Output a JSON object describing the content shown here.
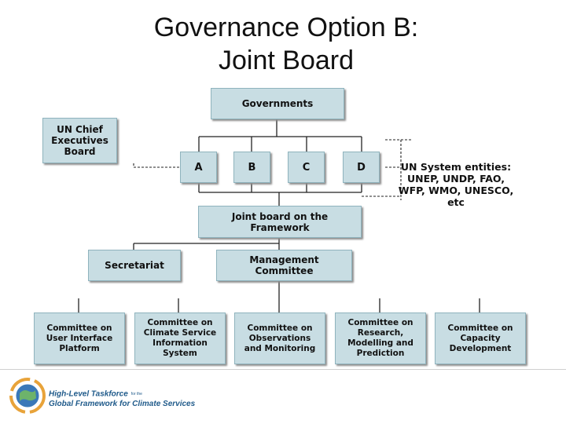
{
  "title": {
    "line1": "Governance Option B:",
    "line2": "Joint Board"
  },
  "boxes": {
    "governments": "Governments",
    "un_chief": [
      "UN Chief",
      "Executives",
      "Board"
    ],
    "agencies": [
      "A",
      "B",
      "C",
      "D"
    ],
    "joint_board": [
      "Joint board on the",
      "Framework"
    ],
    "secretariat": "Secretariat",
    "management": [
      "Management",
      "Committee"
    ],
    "committees": [
      [
        "Committee on",
        "User Interface",
        "Platform"
      ],
      [
        "Committee on",
        "Climate Service",
        "Information",
        "System"
      ],
      [
        "Committee on",
        "Observations",
        "and Monitoring"
      ],
      [
        "Committee on",
        "Research,",
        "Modelling and",
        "Prediction"
      ],
      [
        "Committee on",
        "Capacity",
        "Development"
      ]
    ]
  },
  "note": [
    "UN System entities:",
    "UNEP, UNDP, FAO,",
    "WFP, WMO, UNESCO,",
    "etc"
  ],
  "footer": {
    "line1": "High-Level Taskforce",
    "line1_small": "for the",
    "line2": "Global Framework for Climate Services"
  }
}
